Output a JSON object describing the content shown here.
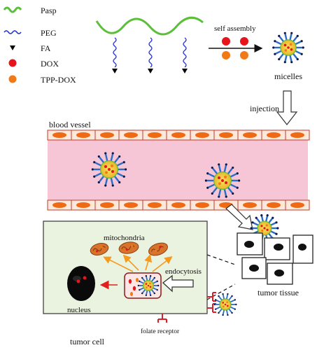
{
  "legend": [
    {
      "key": "pasp",
      "label": "Pasp"
    },
    {
      "key": "peg",
      "label": "PEG"
    },
    {
      "key": "fa",
      "label": "FA"
    },
    {
      "key": "dox",
      "label": "DOX"
    },
    {
      "key": "tpp_dox",
      "label": "TPP-DOX"
    }
  ],
  "labels": {
    "self_assembly": "self assembly",
    "micelles": "micelles",
    "injection": "injection",
    "blood_vessel": "blood vessel",
    "mitochondria": "mitochondria",
    "endocytosis": "endocytosis",
    "nucleus": "nucleus",
    "tumor_tissue": "tumor tissue",
    "tumor_cell": "tumor cell",
    "folate_receptor": "folate receptor"
  },
  "colors": {
    "pasp": "#5cbf3a",
    "peg": "#2233cc",
    "fa": "#000000",
    "dox": "#e8141b",
    "tpp_dox": "#f27a16",
    "vessel": "#f7c6d6",
    "vessel_cell": "#fde9dc",
    "vessel_nucleus": "#ef6a14",
    "tumor_cell_fill": "#eaf3df",
    "mitochondria": "#d9732b",
    "micelle_core": "#f2ce3a",
    "micelle_shell": "#4a90d9",
    "arrow_orange": "#f59a1e",
    "arrow_red": "#e0201c",
    "receptor": "#d8202a"
  }
}
